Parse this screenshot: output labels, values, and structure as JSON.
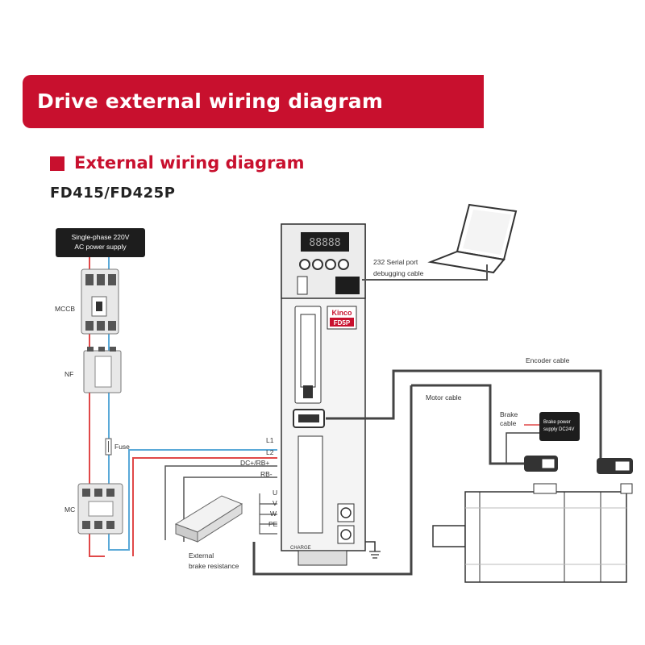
{
  "banner": {
    "title": "Drive external wiring diagram"
  },
  "section": {
    "title": "External wiring diagram"
  },
  "model": "FD415/FD425P",
  "power_supply": {
    "line1": "Single-phase 220V",
    "line2": "AC power supply"
  },
  "components": {
    "mccb": "MCCB",
    "nf": "NF",
    "fuse": "Fuse",
    "mc": "MC",
    "brake_resistance_line1": "External",
    "brake_resistance_line2": "brake resistance"
  },
  "terminals": {
    "l1": "L1",
    "l2": "L2",
    "dc_rb": "DC+/RB+",
    "rb_minus": "RB-",
    "u": "U",
    "v": "V",
    "w": "W",
    "pe": "PE"
  },
  "drive": {
    "brand": "Kinco",
    "model": "FD5P",
    "charge": "CHARGE",
    "display": "88888"
  },
  "cables": {
    "serial_line1": "232 Serial port",
    "serial_line2": "debugging cable",
    "encoder": "Encoder cable",
    "motor": "Motor cable",
    "brake_line1": "Brake",
    "brake_line2": "cable",
    "brake_ps_line1": "Brake power",
    "brake_ps_line2": "supply DC24V"
  },
  "colors": {
    "accent": "#c8102e",
    "wire_red": "#e04848",
    "wire_blue": "#5aa9d8",
    "cable_dark": "#404040"
  }
}
